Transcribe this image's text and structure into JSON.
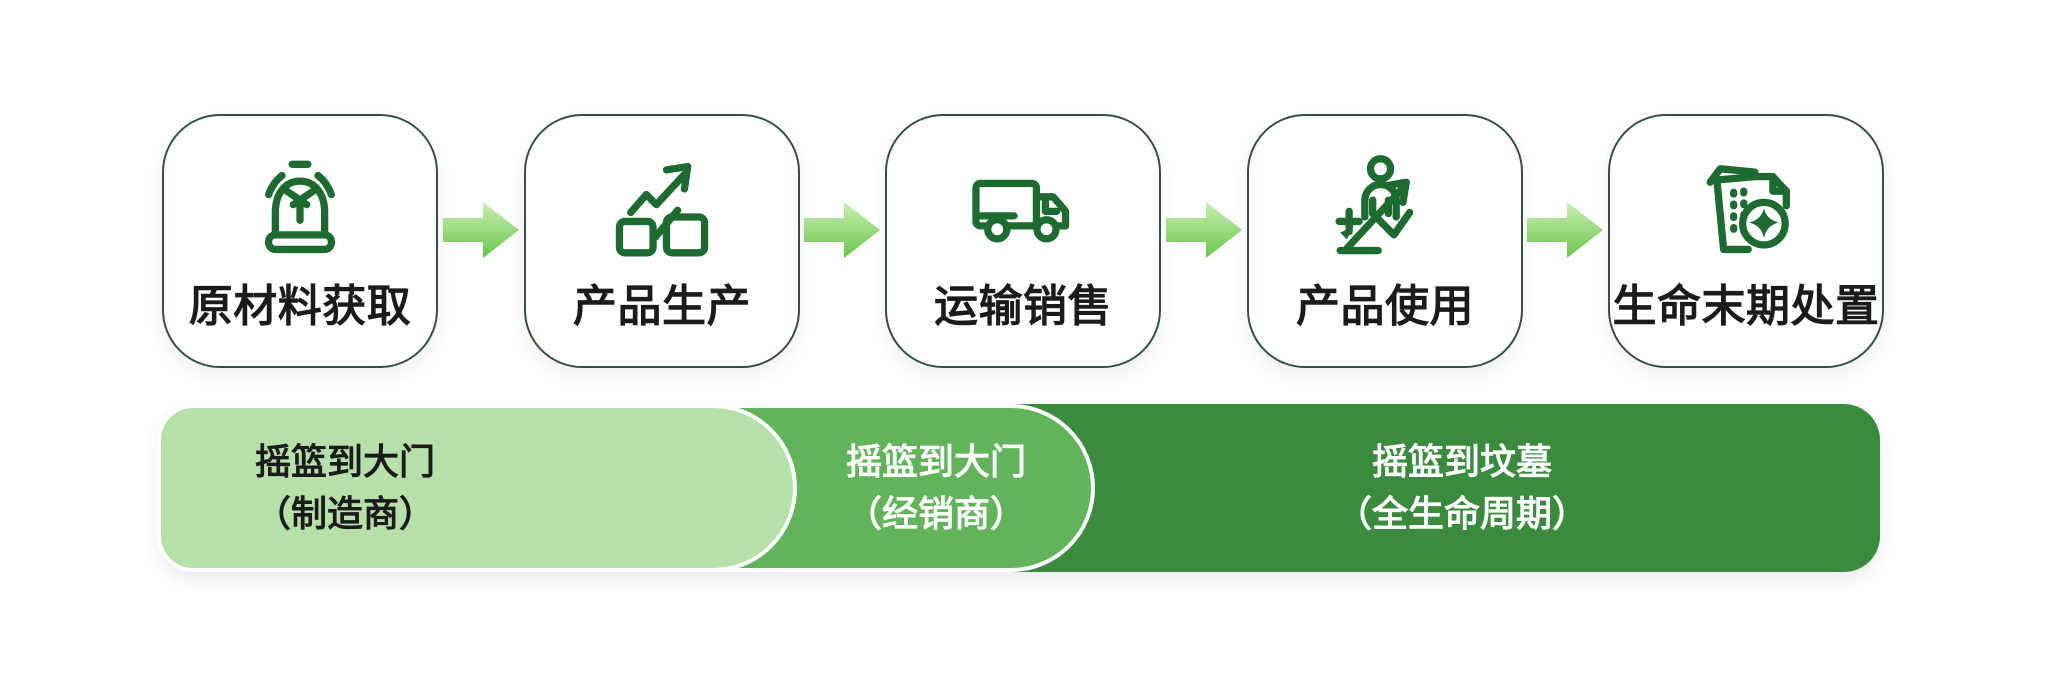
{
  "diagram": {
    "stages": [
      {
        "label": "原材料获取",
        "icon": "mining-bell-icon"
      },
      {
        "label": "产品生产",
        "icon": "production-growth-icon"
      },
      {
        "label": "运输销售",
        "icon": "delivery-truck-icon"
      },
      {
        "label": "产品使用",
        "icon": "person-usage-icon"
      },
      {
        "label": "生命末期处置",
        "icon": "waste-disposal-icon"
      }
    ],
    "scopes": [
      {
        "line1": "摇篮到大门",
        "line2": "（制造商）"
      },
      {
        "line1": "摇篮到大门",
        "line2": "（经销商）"
      },
      {
        "line1": "摇篮到坟墓",
        "line2": "（全生命周期）"
      }
    ]
  },
  "colors": {
    "icon_green": "#1e6b31",
    "card_border": "#34523f",
    "card_text": "#1b1b1b",
    "scope_light": "#b6dfaa",
    "scope_medium": "#62b45b",
    "scope_dark": "#3b8b3f",
    "scope_text_dark": "#1b1b1b",
    "scope_text_light": "#ffffff",
    "arrow_gradient_top": "#cdeeb5",
    "arrow_gradient_bottom": "#68c74a",
    "background": "#ffffff"
  }
}
